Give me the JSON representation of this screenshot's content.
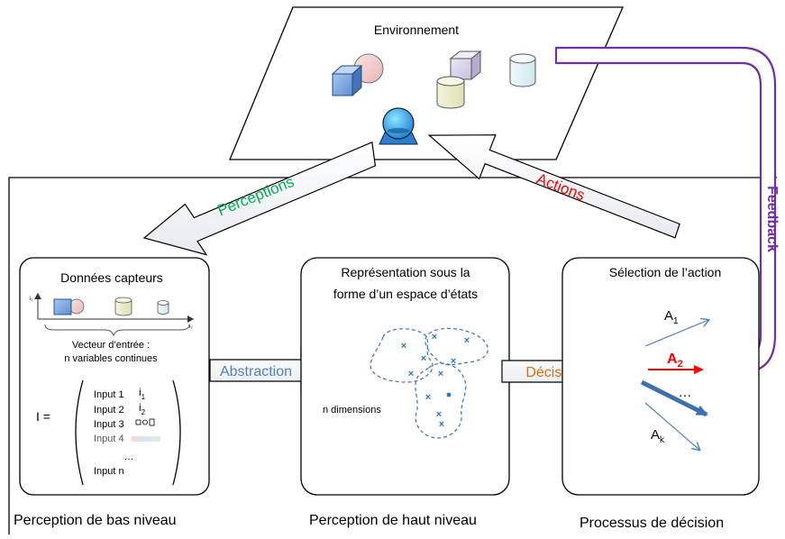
{
  "environment": {
    "label": "Environnement"
  },
  "arrows": {
    "perceptions": "Perceptions",
    "actions": "Actions",
    "feedback": "Feedback",
    "abstraction": "Abstraction",
    "decision": "Décision"
  },
  "panels": {
    "low": {
      "title": "Données capteurs",
      "vector_line1": "Vecteur d’entrée :",
      "vector_line2": "n variables continues",
      "equation_lhs": "I =",
      "inputs": [
        "Input 1",
        "Input 2",
        "Input 3",
        "Input 4",
        "…",
        "Input n"
      ],
      "input_symbols": [
        "i",
        "i"
      ],
      "input_subscripts": [
        "1",
        "2"
      ],
      "axis_y": "i₁",
      "axis_x": "i₂",
      "caption": "Perception de bas niveau"
    },
    "high": {
      "title_line1": "Représentation sous la",
      "title_line2": "forme d’un espace d’états",
      "dimensions": "n dimensions",
      "caption": "Perception de haut niveau"
    },
    "decision": {
      "title": "Sélection de l’action",
      "a1": "A",
      "a1_sub": "1",
      "a2": "A",
      "a2_sub": "2",
      "ak": "A",
      "ak_sub": "k",
      "dots": "…",
      "caption": "Processus de décision"
    }
  },
  "colors": {
    "perceptions": "#00b050",
    "actions": "#ff0000",
    "feedback": "#7030a0",
    "abstraction": "#4f81bd",
    "decision": "#e46c0a",
    "scatter": "#2e75b6"
  }
}
